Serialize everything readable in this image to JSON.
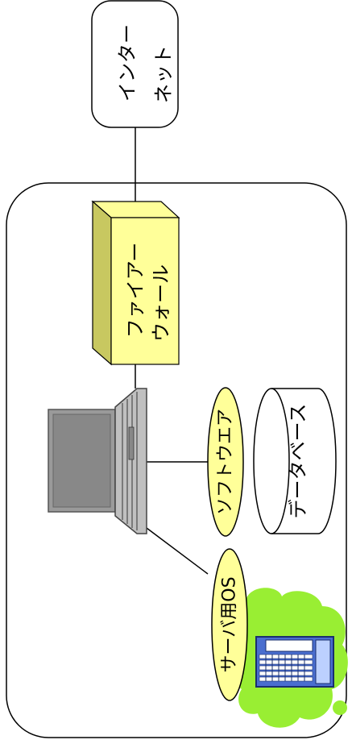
{
  "diagram": {
    "internet": {
      "line1": "インター",
      "line2": "ネット"
    },
    "firewall": {
      "line1": "ファイアー",
      "line2": "ウォール"
    },
    "software": {
      "label": "ソフトウエア"
    },
    "database": {
      "label": "データベース"
    },
    "server_os": {
      "label": "サーバ用OS"
    }
  },
  "colors": {
    "firewall_fill": "#ffff99",
    "firewall_shade": "#c8c860",
    "ellipse_fill": "#ffff99",
    "cloud_fill": "#99ee33",
    "laptop_screen": "#9a9a9a",
    "laptop_body": "#c0c0c0",
    "server_fill": "#4a6ecf",
    "stroke": "#000000"
  }
}
